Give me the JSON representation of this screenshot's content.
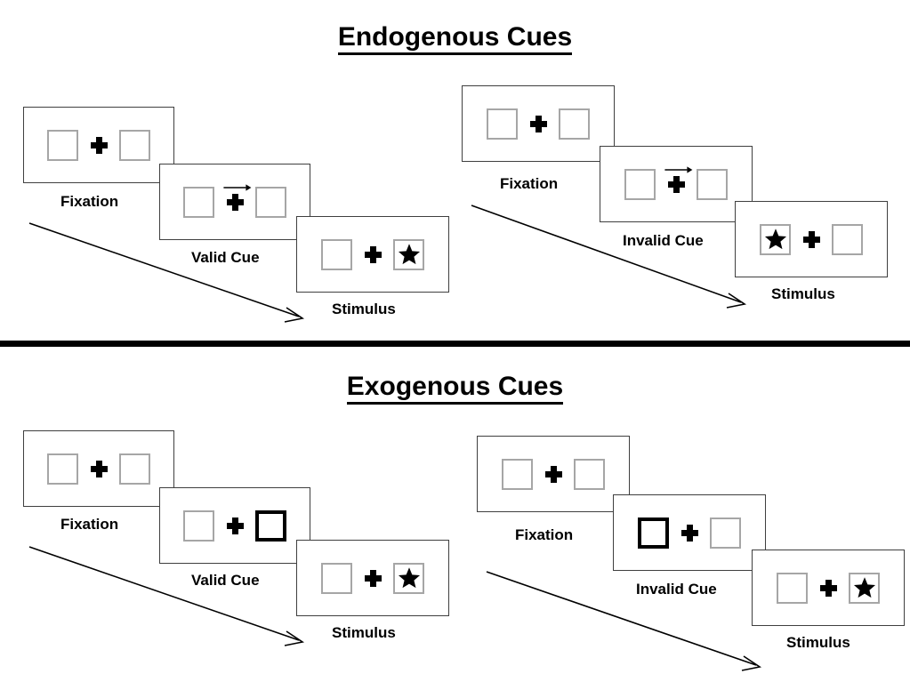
{
  "sections": [
    {
      "id": "endogenous",
      "title": "Endogenous Cues",
      "cue_type": "arrow",
      "columns": [
        {
          "id": "endogenous-valid",
          "condition": "valid",
          "stages": [
            {
              "name": "fixation",
              "label": "Fixation",
              "left_box": "empty",
              "right_box": "empty",
              "cue": "none",
              "target": "none"
            },
            {
              "name": "cue",
              "label": "Valid Cue",
              "left_box": "empty",
              "right_box": "empty",
              "cue": "arrow-right",
              "target": "none"
            },
            {
              "name": "stimulus",
              "label": "Stimulus",
              "left_box": "empty",
              "right_box": "star",
              "cue": "none",
              "target": "right"
            }
          ]
        },
        {
          "id": "endogenous-invalid",
          "condition": "invalid",
          "stages": [
            {
              "name": "fixation",
              "label": "Fixation",
              "left_box": "empty",
              "right_box": "empty",
              "cue": "none",
              "target": "none"
            },
            {
              "name": "cue",
              "label": "Invalid Cue",
              "left_box": "empty",
              "right_box": "empty",
              "cue": "arrow-right",
              "target": "none"
            },
            {
              "name": "stimulus",
              "label": "Stimulus",
              "left_box": "star",
              "right_box": "empty",
              "cue": "none",
              "target": "left"
            }
          ]
        }
      ]
    },
    {
      "id": "exogenous",
      "title": "Exogenous Cues",
      "cue_type": "box-flash",
      "columns": [
        {
          "id": "exogenous-valid",
          "condition": "valid",
          "stages": [
            {
              "name": "fixation",
              "label": "Fixation",
              "left_box": "empty",
              "right_box": "empty",
              "cue": "none",
              "target": "none"
            },
            {
              "name": "cue",
              "label": "Valid Cue",
              "left_box": "empty",
              "right_box": "cued",
              "cue": "box-right",
              "target": "none"
            },
            {
              "name": "stimulus",
              "label": "Stimulus",
              "left_box": "empty",
              "right_box": "star",
              "cue": "none",
              "target": "right"
            }
          ]
        },
        {
          "id": "exogenous-invalid",
          "condition": "invalid",
          "stages": [
            {
              "name": "fixation",
              "label": "Fixation",
              "left_box": "empty",
              "right_box": "empty",
              "cue": "none",
              "target": "none"
            },
            {
              "name": "cue",
              "label": "Invalid Cue",
              "left_box": "cued",
              "right_box": "empty",
              "cue": "box-left",
              "target": "none"
            },
            {
              "name": "stimulus",
              "label": "Stimulus",
              "left_box": "empty",
              "right_box": "star",
              "cue": "none",
              "target": "right"
            }
          ]
        }
      ]
    }
  ],
  "colors": {
    "panel_border": "#3f3f3f",
    "box_border": "#a6a6a6",
    "cued_box_border": "#000000",
    "ink": "#000000",
    "background": "#ffffff"
  },
  "icons": {
    "fixation_cross": "plus-icon",
    "cue_arrow": "arrow-right-icon",
    "target": "star-icon",
    "time_flow": "diagonal-arrow-icon"
  }
}
